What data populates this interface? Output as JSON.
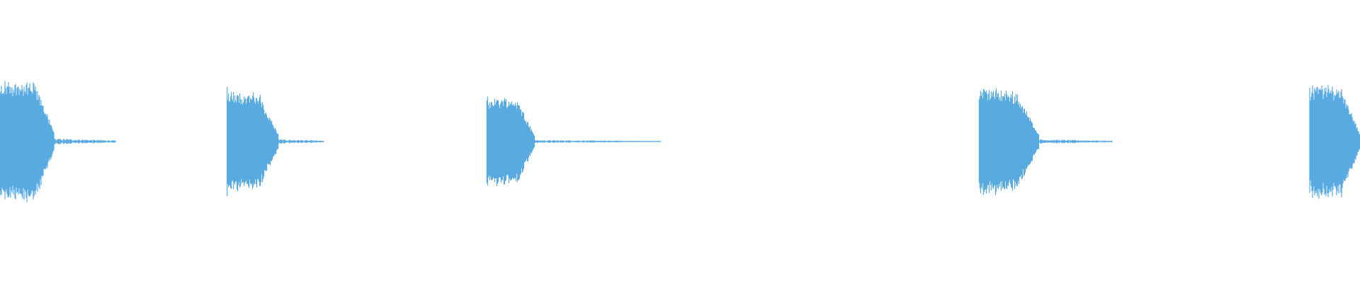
{
  "waveform": {
    "color": "#5aaae2",
    "background": "#ffffff",
    "peak_amplitude": 1.0,
    "clips": [
      {
        "start": 0.0,
        "attack": 0.0,
        "body_end": 0.04,
        "tail_end": 0.085,
        "peak": 0.95,
        "sustain": 0.9,
        "tail_level": 0.02
      },
      {
        "start": 0.167,
        "attack": 0.0,
        "body_end": 0.205,
        "tail_end": 0.238,
        "peak": 0.88,
        "sustain": 0.68,
        "tail_level": 0.015
      },
      {
        "start": 0.358,
        "attack": 0.0,
        "body_end": 0.393,
        "tail_end": 0.486,
        "peak": 0.72,
        "sustain": 0.65,
        "tail_level": 0.01
      },
      {
        "start": 0.72,
        "attack": 0.0,
        "body_end": 0.764,
        "tail_end": 0.818,
        "peak": 0.93,
        "sustain": 0.72,
        "tail_level": 0.015
      },
      {
        "start": 0.963,
        "attack": 0.0,
        "body_end": 1.0,
        "tail_end": 1.0,
        "peak": 0.92,
        "sustain": 0.82,
        "tail_level": 0.0
      }
    ]
  }
}
